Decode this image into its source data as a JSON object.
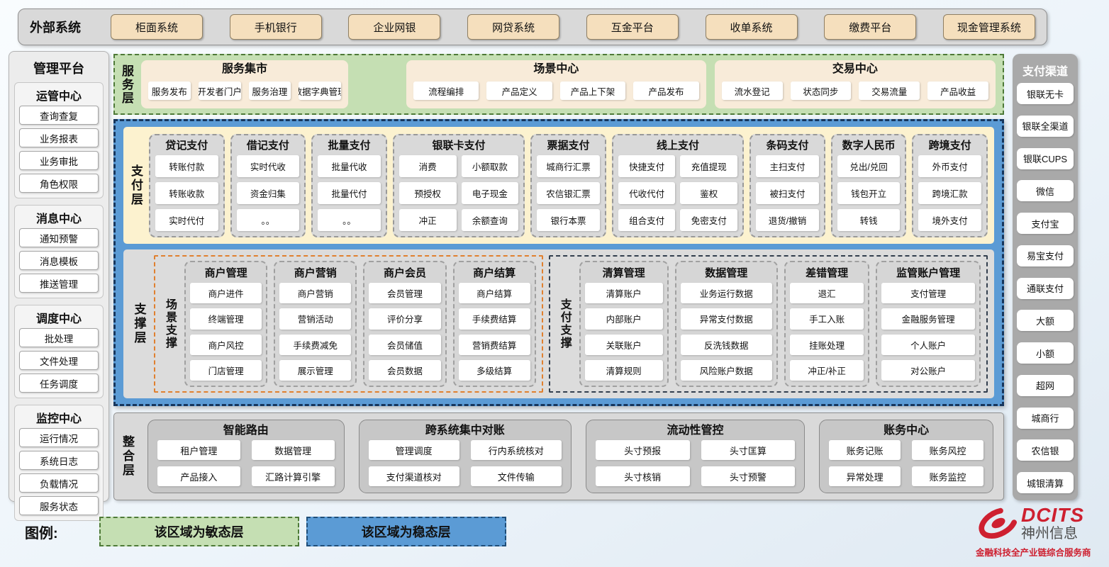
{
  "external_systems": {
    "label": "外部系统",
    "items": [
      "柜面系统",
      "手机银行",
      "企业网银",
      "网贷系统",
      "互金平台",
      "收单系统",
      "缴费平台",
      "现金管理系统"
    ]
  },
  "management_platform": {
    "title": "管理平台",
    "groups": [
      {
        "title": "运管中心",
        "items": [
          "查询查复",
          "业务报表",
          "业务审批",
          "角色权限"
        ]
      },
      {
        "title": "消息中心",
        "items": [
          "通知预警",
          "消息模板",
          "推送管理"
        ]
      },
      {
        "title": "调度中心",
        "items": [
          "批处理",
          "文件处理",
          "任务调度"
        ]
      },
      {
        "title": "监控中心",
        "items": [
          "运行情况",
          "系统日志",
          "负载情况",
          "服务状态"
        ]
      }
    ]
  },
  "service_layer": {
    "label": "服务层",
    "groups": [
      {
        "title": "服务集市",
        "items": [
          "服务发布",
          "开发者门户",
          "服务治理",
          "数据字典管理"
        ]
      },
      {
        "title": "场景中心",
        "items": [
          "流程编排",
          "产品定义",
          "产品上下架",
          "产品发布"
        ]
      },
      {
        "title": "交易中心",
        "items": [
          "流水登记",
          "状态同步",
          "交易流量",
          "产品收益"
        ]
      }
    ]
  },
  "payment_layer": {
    "label": "支付层",
    "groups": [
      {
        "title": "贷记支付",
        "items": [
          "转账付款",
          "转账收款",
          "实时代付"
        ]
      },
      {
        "title": "借记支付",
        "items": [
          "实时代收",
          "资金归集",
          "。。"
        ]
      },
      {
        "title": "批量支付",
        "items": [
          "批量代收",
          "批量代付",
          "。。"
        ]
      },
      {
        "title": "银联卡支付",
        "items": [
          "消费",
          "小额取款",
          "预授权",
          "电子现金",
          "冲正",
          "余额查询"
        ]
      },
      {
        "title": "票据支付",
        "items": [
          "城商行汇票",
          "农信银汇票",
          "银行本票"
        ]
      },
      {
        "title": "线上支付",
        "items": [
          "快捷支付",
          "充值提现",
          "代收代付",
          "鉴权",
          "组合支付",
          "免密支付"
        ]
      },
      {
        "title": "条码支付",
        "items": [
          "主扫支付",
          "被扫支付",
          "退货/撤销"
        ]
      },
      {
        "title": "数字人民币",
        "items": [
          "兑出/兑回",
          "钱包开立",
          "转钱"
        ]
      },
      {
        "title": "跨境支付",
        "items": [
          "外币支付",
          "跨境汇款",
          "境外支付"
        ]
      }
    ]
  },
  "support_layer": {
    "label": "支撑层",
    "scene_support": {
      "label": "场景支撑",
      "groups": [
        {
          "title": "商户管理",
          "items": [
            "商户进件",
            "终端管理",
            "商户风控",
            "门店管理"
          ]
        },
        {
          "title": "商户营销",
          "items": [
            "商户营销",
            "营销活动",
            "手续费减免",
            "展示管理"
          ]
        },
        {
          "title": "商户会员",
          "items": [
            "会员管理",
            "评价分享",
            "会员储值",
            "会员数据"
          ]
        },
        {
          "title": "商户结算",
          "items": [
            "商户结算",
            "手续费结算",
            "营销费结算",
            "多级结算"
          ]
        }
      ]
    },
    "payment_support": {
      "label": "支付支撑",
      "groups": [
        {
          "title": "清算管理",
          "items": [
            "清算账户",
            "内部账户",
            "关联账户",
            "清算规则"
          ]
        },
        {
          "title": "数据管理",
          "items": [
            "业务运行数据",
            "异常支付数据",
            "反洗钱数据",
            "风险账户数据"
          ]
        },
        {
          "title": "差错管理",
          "items": [
            "退汇",
            "手工入账",
            "挂账处理",
            "冲正/补正"
          ]
        },
        {
          "title": "监管账户管理",
          "items": [
            "支付管理",
            "金融服务管理",
            "个人账户",
            "对公账户"
          ]
        }
      ]
    }
  },
  "integration_layer": {
    "label": "整合层",
    "groups": [
      {
        "title": "智能路由",
        "items": [
          "租户管理",
          "数据管理",
          "产品接入",
          "汇路计算引擎"
        ]
      },
      {
        "title": "跨系统集中对账",
        "items": [
          "管理调度",
          "行内系统核对",
          "支付渠道核对",
          "文件传输"
        ]
      },
      {
        "title": "流动性管控",
        "items": [
          "头寸预报",
          "头寸匡算",
          "头寸核销",
          "头寸预警"
        ]
      },
      {
        "title": "账务中心",
        "items": [
          "账务记账",
          "账务风控",
          "异常处理",
          "账务监控"
        ]
      }
    ]
  },
  "payment_channels": {
    "title": "支付渠道",
    "items": [
      "银联无卡",
      "银联全渠道",
      "银联CUPS",
      "微信",
      "支付宝",
      "易宝支付",
      "通联支付",
      "大额",
      "小额",
      "超网",
      "城商行",
      "农信银",
      "城银清算"
    ]
  },
  "legend": {
    "label": "图例:",
    "agile_label": "该区域为敏态层",
    "stable_label": "该区域为稳态层"
  },
  "logo": {
    "brand": "DCITS",
    "company": "神州信息",
    "tagline": "金融科技全产业链综合服务商"
  },
  "colors": {
    "agile_green": "#c5dfb3",
    "stable_blue": "#5b9bd5",
    "tan_button": "#f5dfbd",
    "payment_cream": "#fcf2cf",
    "panel_gray": "#d9d9d9",
    "scene_support_border": "#e0802f",
    "payment_support_border": "#333f4e",
    "brand_red": "#ce2030"
  }
}
